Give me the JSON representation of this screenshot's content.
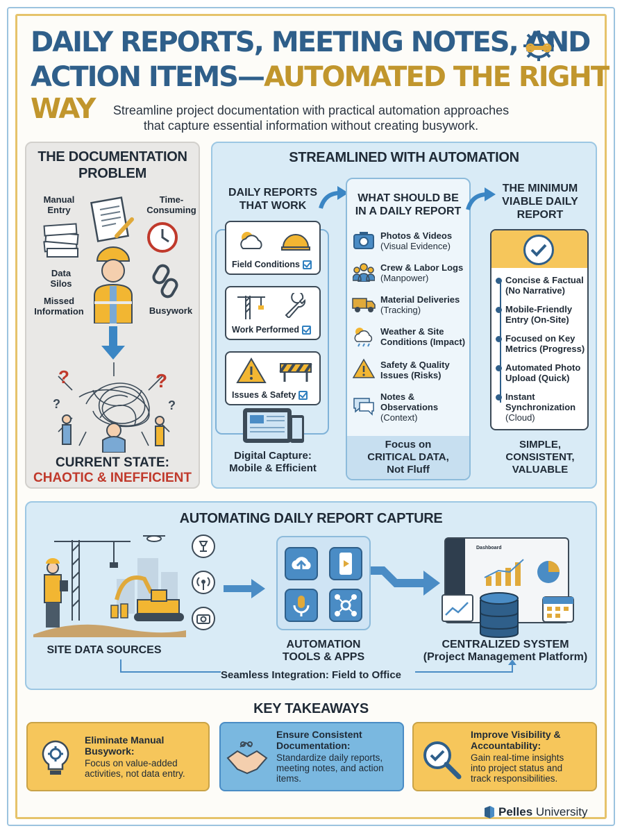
{
  "header": {
    "title_line1": "DAILY REPORTS, MEETING NOTES, AND",
    "title_line2_a": "ACTION ITEMS—",
    "title_line2_b": "AUTOMATED THE RIGHT WAY",
    "subtitle_line1": "Streamline project documentation with practical automation approaches",
    "subtitle_line2": "that capture essential information without creating busywork."
  },
  "problem": {
    "heading_line1": "THE DOCUMENTATION",
    "heading_line2": "PROBLEM",
    "labels": {
      "manual_entry_1": "Manual",
      "manual_entry_2": "Entry",
      "time_1": "Time-",
      "time_2": "Consuming",
      "silos_1": "Data",
      "silos_2": "Silos",
      "missed_1": "Missed",
      "missed_2": "Information",
      "busywork": "Busywork"
    },
    "state_line1": "CURRENT STATE:",
    "state_line2": "CHAOTIC & INEFFICIENT"
  },
  "automation": {
    "heading": "STREAMLINED WITH AUTOMATION",
    "col1": {
      "heading_line1": "DAILY REPORTS",
      "heading_line2": "THAT WORK",
      "cards": [
        "Field Conditions",
        "Work Performed",
        "Issues & Safety"
      ],
      "footer_line1": "Digital Capture:",
      "footer_line2": "Mobile & Efficient"
    },
    "col2": {
      "heading_line1": "WHAT SHOULD BE",
      "heading_line2": "IN A DAILY REPORT",
      "items": [
        {
          "t1": "Photos & Videos",
          "t2": "(Visual Evidence)",
          "icon": "camera-icon"
        },
        {
          "t1": "Crew & Labor Logs",
          "t2": "(Manpower)",
          "icon": "crew-icon"
        },
        {
          "t1": "Material Deliveries",
          "t2": "(Tracking)",
          "icon": "truck-icon"
        },
        {
          "t1": "Weather & Site",
          "t2": "Conditions (Impact)",
          "icon": "weather-icon"
        },
        {
          "t1": "Safety & Quality",
          "t2": "Issues (Risks)",
          "icon": "warning-icon"
        },
        {
          "t1": "Notes &",
          "t2": "Observations",
          "t3": "(Context)",
          "icon": "chat-icon"
        }
      ],
      "footer_line1": "Focus on",
      "footer_line2": "CRITICAL DATA,",
      "footer_line3": "Not Fluff"
    },
    "col3": {
      "heading_line1": "THE MINIMUM",
      "heading_line2": "VIABLE DAILY",
      "heading_line3": "REPORT",
      "items": [
        {
          "t1": "Concise & Factual",
          "t2": "(No Narrative)"
        },
        {
          "t1": "Mobile-Friendly",
          "t2": "Entry (On-Site)"
        },
        {
          "t1": "Focused on Key",
          "t2": "Metrics (Progress)"
        },
        {
          "t1": "Automated Photo",
          "t2": "Upload (Quick)"
        },
        {
          "t1": "Instant",
          "t2": "Synchronization",
          "t3": "(Cloud)"
        }
      ],
      "footer_line1": "SIMPLE,",
      "footer_line2": "CONSISTENT,",
      "footer_line3": "VALUABLE"
    }
  },
  "capture": {
    "heading": "AUTOMATING DAILY REPORT CAPTURE",
    "sources_label": "SITE DATA SOURCES",
    "tools_line1": "AUTOMATION",
    "tools_line2": "TOOLS & APPS",
    "system_line1": "CENTRALIZED SYSTEM",
    "system_line2": "(Project Management Platform)",
    "dashboard_label": "Dashboard",
    "integration": "Seamless Integration: Field to Office"
  },
  "takeaways": {
    "heading": "KEY TAKEAWAYS",
    "items": [
      {
        "title1": "Eliminate Manual",
        "title2": "Busywork:",
        "body1": "Focus on value-added",
        "body2": "activities, not data entry.",
        "body3": ""
      },
      {
        "title1": "Ensure Consistent",
        "title2": "Documentation:",
        "body1": "Standardize daily reports,",
        "body2": "meeting notes, and action",
        "body3": "items."
      },
      {
        "title1": "Improve Visibility &",
        "title2": "Accountability:",
        "body1": "Gain real-time insights",
        "body2": "into project status and",
        "body3": "track responsibilities."
      }
    ]
  },
  "brand": {
    "name": "Pelles",
    "suffix": " University"
  },
  "colors": {
    "title_blue": "#2f5f8a",
    "title_gold": "#c1962d",
    "accent_red": "#c0392b",
    "panel_blue": "#d9ebf6",
    "takeaway_gold": "#f6c65b",
    "takeaway_blue": "#7ab8e0"
  }
}
